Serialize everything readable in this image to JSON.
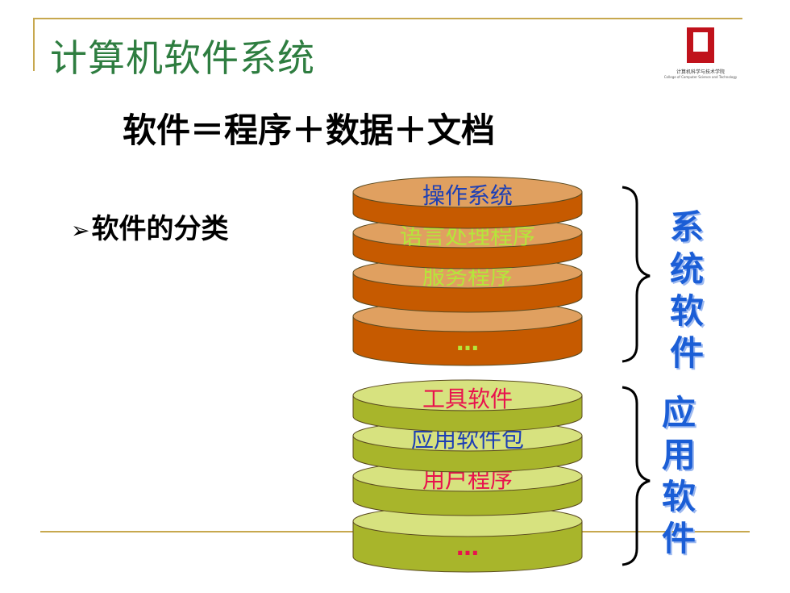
{
  "slide": {
    "title": "计算机软件系统",
    "formula": "软件＝程序＋数据＋文档",
    "bullet_marker": "➢",
    "bullet_text": "软件的分类"
  },
  "logo": {
    "line1": "计算机科学与技术学院",
    "line2": "College of Computer Science and Technology",
    "color": "#c0121b"
  },
  "system_stack": {
    "layers": [
      "操作系统",
      "语言处理程序",
      "服务程序",
      "…"
    ],
    "layer_colors": [
      "#1d3fb5",
      "#b5e63a",
      "#b5e63a",
      "#b5e63a"
    ],
    "fill_top": "#e0a060",
    "fill_side": "#c65a00"
  },
  "app_stack": {
    "layers": [
      "工具软件",
      "应用软件包",
      "用户程序",
      "…"
    ],
    "layer_colors": [
      "#e8124d",
      "#1d3fb5",
      "#e8124d",
      "#e8124d"
    ],
    "fill_top": "#d7e27f",
    "fill_side": "#a8b52b"
  },
  "brace_labels": {
    "system": [
      "系",
      "统",
      "软",
      "件"
    ],
    "application": [
      "应",
      "用",
      "软",
      "件"
    ]
  }
}
